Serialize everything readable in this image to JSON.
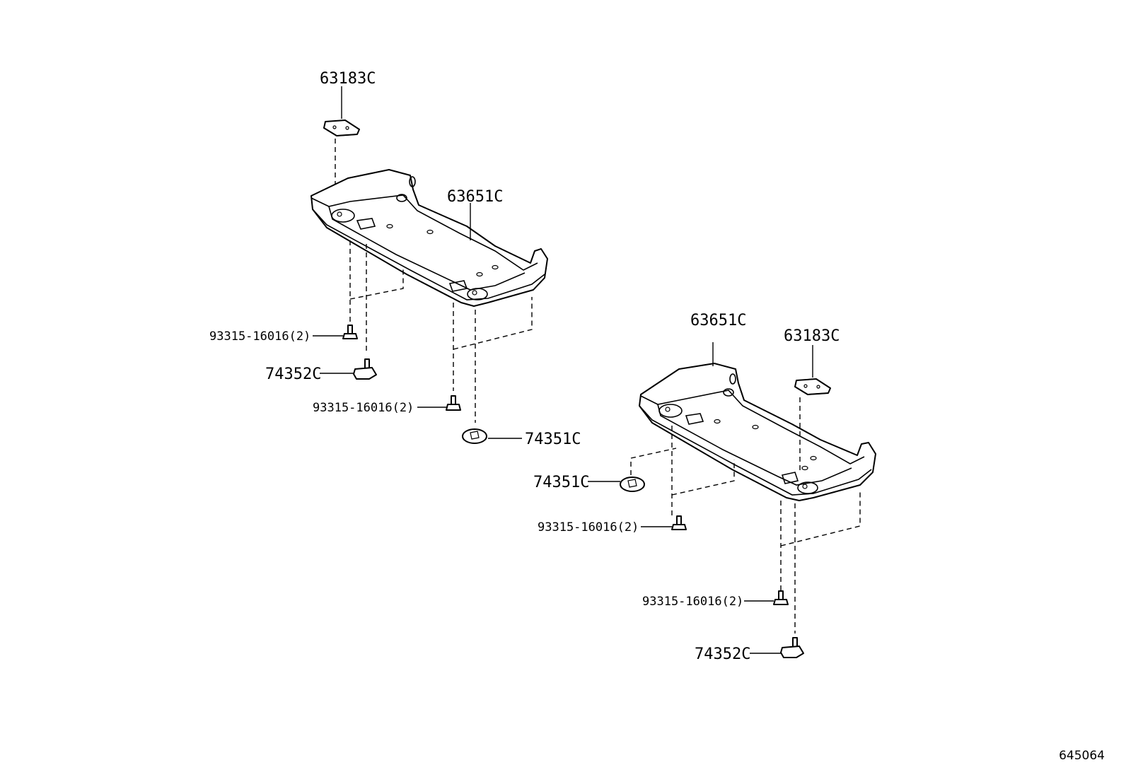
{
  "figure_number": "645064",
  "labels": {
    "left_pad_63183C": "63183C",
    "left_tray_63651C": "63651C",
    "left_bolt_a": "93315-16016(2)",
    "left_clip_74352C": "74352C",
    "left_bolt_b": "93315-16016(2)",
    "left_clip_74351C": "74351C",
    "right_tray_63651C": "63651C",
    "right_pad_63183C": "63183C",
    "right_clip_74351C": "74351C",
    "right_bolt_a": "93315-16016(2)",
    "right_bolt_b": "93315-16016(2)",
    "right_clip_74352C": "74352C"
  }
}
